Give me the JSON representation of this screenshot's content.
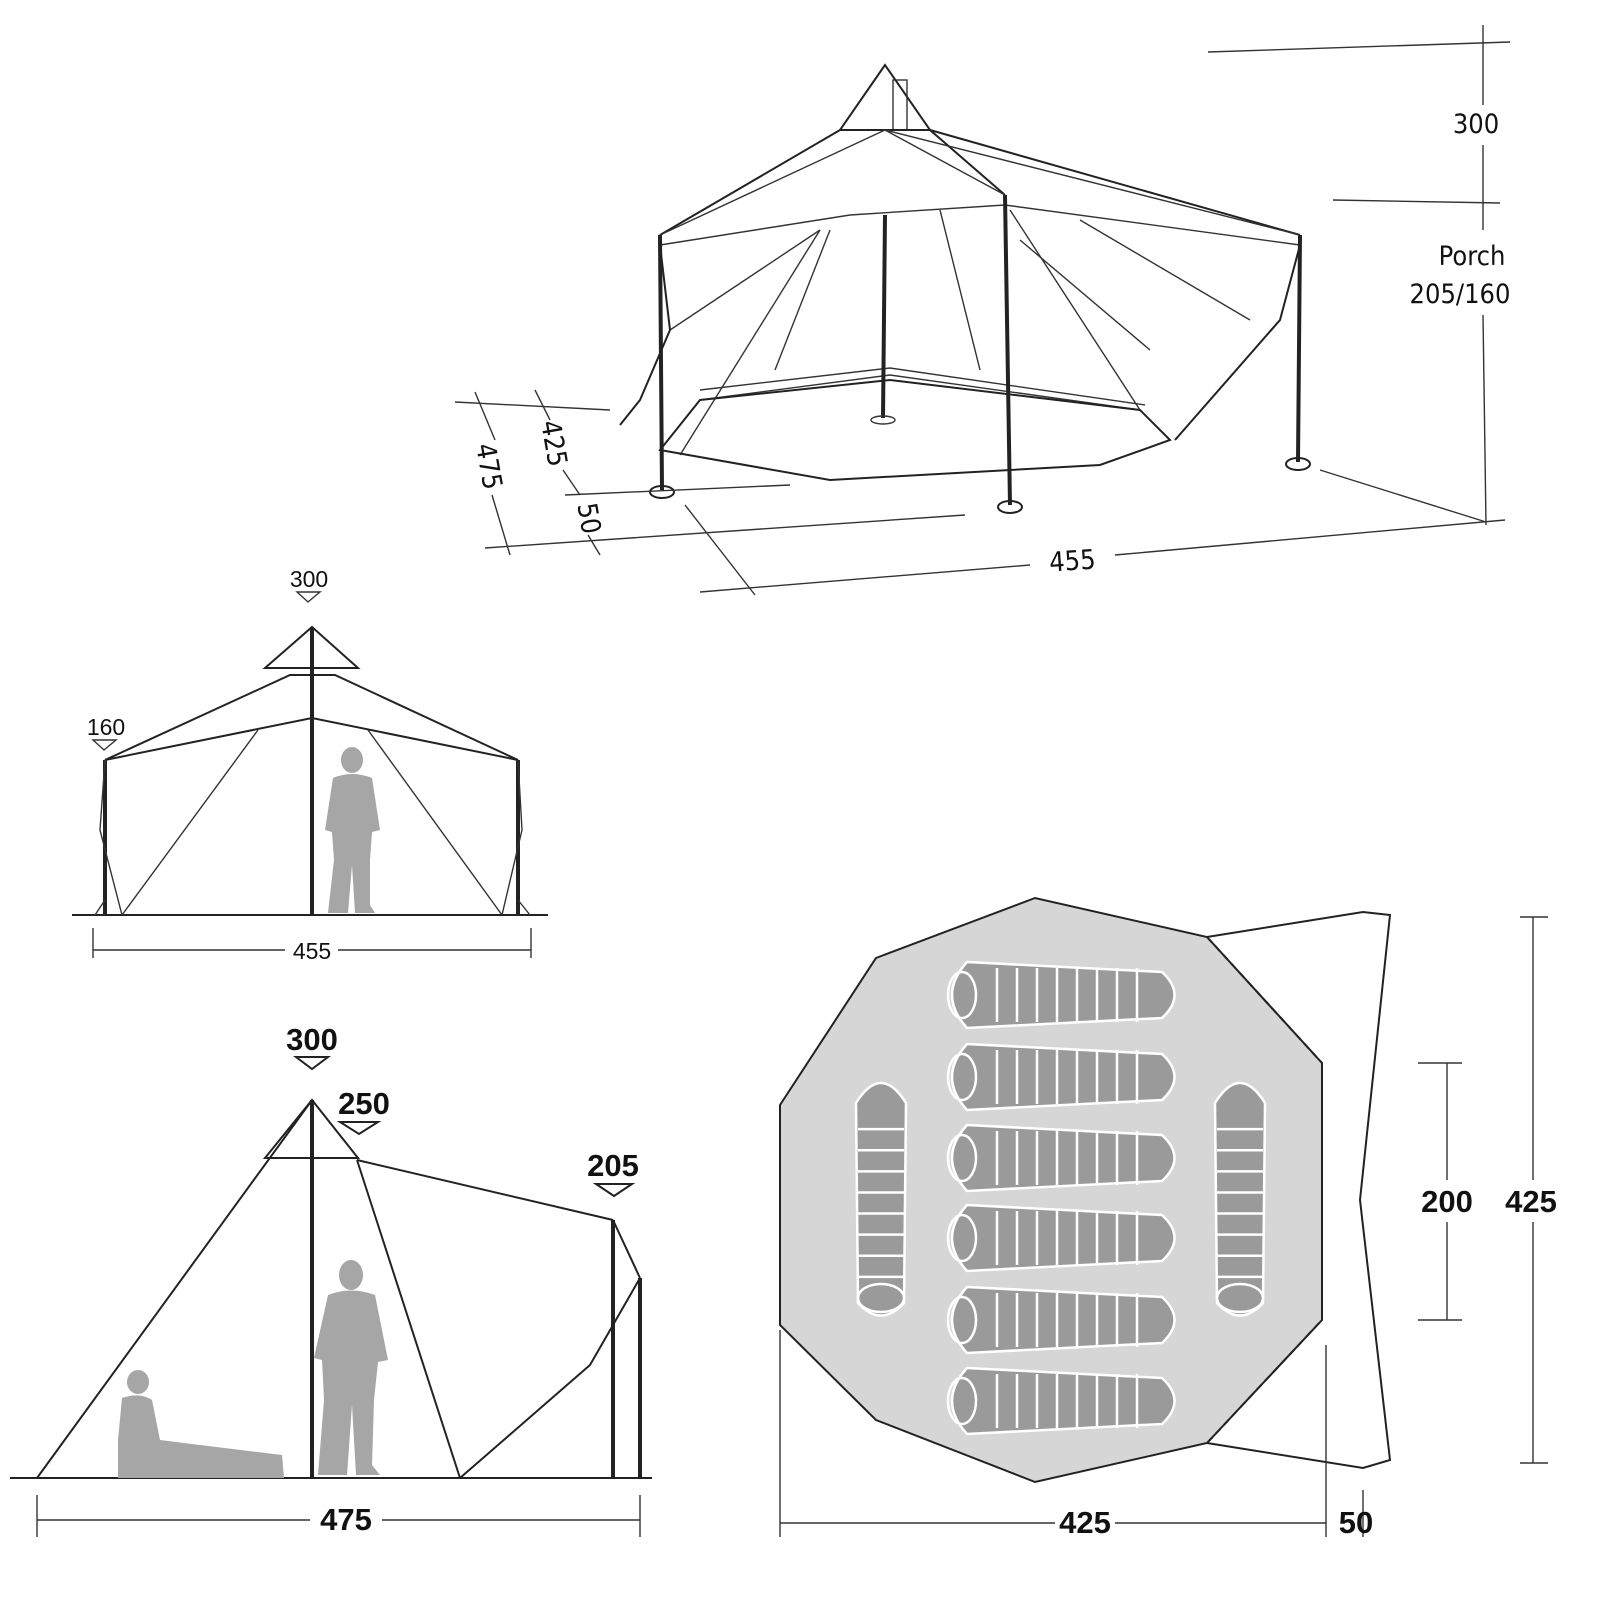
{
  "perspective_view": {
    "height_label": "300",
    "porch_label": "Porch",
    "porch_heights": "205/160",
    "depth_inner": "425",
    "depth_total": "475",
    "porch_depth": "50",
    "width": "455"
  },
  "front_view": {
    "peak_height": "300",
    "side_height": "160",
    "width": "455"
  },
  "side_view": {
    "peak_height": "300",
    "cap_height": "250",
    "porch_height": "205",
    "length": "475"
  },
  "floor_plan": {
    "porch_width": "200",
    "total_width": "425",
    "inner_length": "425",
    "porch_length": "50",
    "sleeping_bags": 8
  }
}
